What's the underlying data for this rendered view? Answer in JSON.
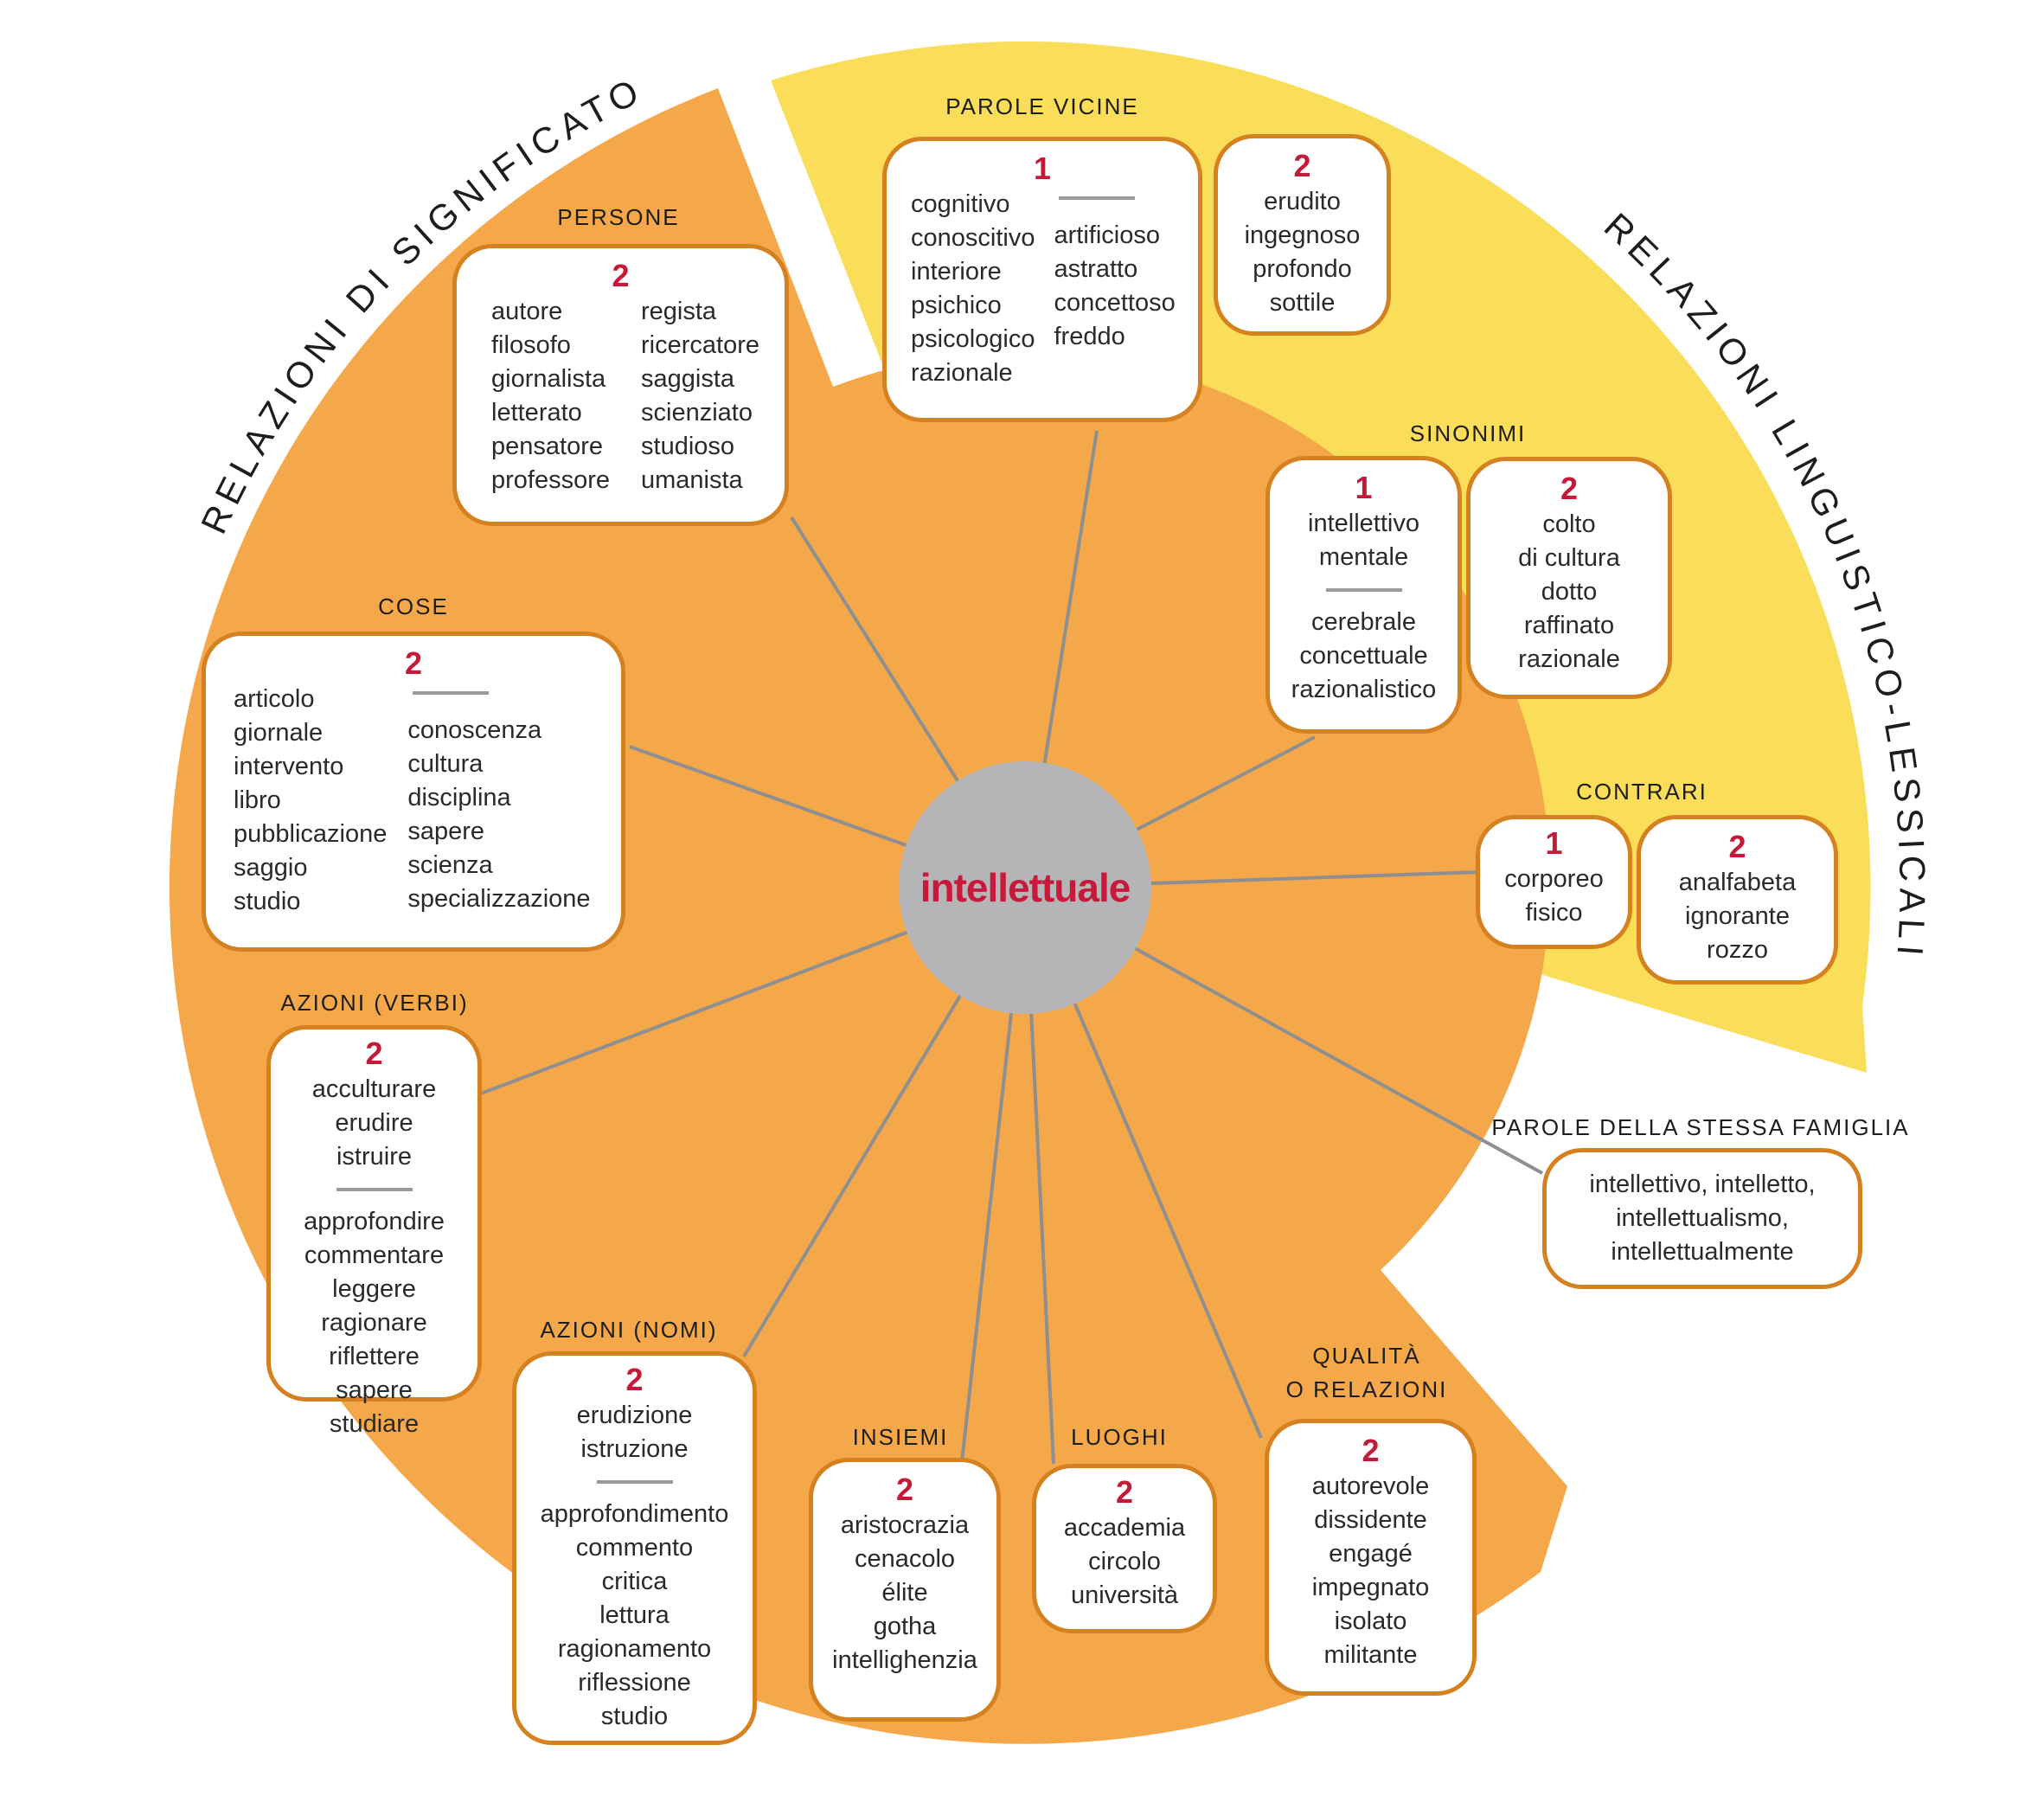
{
  "center": {
    "word": "intellettuale"
  },
  "arc_labels": {
    "left": "RELAZIONI DI SIGNIFICATO",
    "right": "RELAZIONI LINGUISTICO-LESSICALI"
  },
  "colors": {
    "accent_orange": "#f4a84a",
    "accent_yellow": "#fadd58",
    "box_border": "#d5811f",
    "number_red": "#c41a37",
    "center_word_red": "#c8193b",
    "center_circle_gray": "#b5b5b7",
    "sector_gray": "#e8e8e8",
    "line_gray": "#8f8f8f"
  },
  "groups": {
    "parole_vicine": {
      "label": "PAROLE VICINE",
      "box1": {
        "num": "1",
        "col1": "cognitivo\nconoscitivo\ninteriore\npsichico\npsicologico\nrazionale",
        "col2": "artificioso\nastratto\nconcettoso\nfreddo"
      },
      "box2": {
        "num": "2",
        "words": "erudito\ningegnoso\nprofondo\nsottile"
      }
    },
    "persone": {
      "label": "PERSONE",
      "num": "2",
      "col1": "autore\nfilosofo\ngiornalista\nletterato\npensatore\nprofessore",
      "col2": "regista\nricercatore\nsaggista\nscienziato\nstudioso\numanista"
    },
    "sinonimi": {
      "label": "SINONIMI",
      "box1": {
        "num": "1",
        "group1": "intellettivo\nmentale",
        "group2": "cerebrale\nconcettuale\nrazionalistico"
      },
      "box2": {
        "num": "2",
        "words": "colto\ndi cultura\ndotto\nraffinato\nrazionale"
      }
    },
    "contrari": {
      "label": "CONTRARI",
      "box1": {
        "num": "1",
        "words": "corporeo\nfisico"
      },
      "box2": {
        "num": "2",
        "words": "analfabeta\nignorante\nrozzo"
      }
    },
    "cose": {
      "label": "COSE",
      "num": "2",
      "col1": "articolo\ngiornale\nintervento\nlibro\npubblicazione\nsaggio\nstudio",
      "col2": "conoscenza\ncultura\ndisciplina\nsapere\nscienza\nspecializzazione"
    },
    "azioni_verbi": {
      "label": "AZIONI (VERBI)",
      "num": "2",
      "group1": "acculturare\nerudire\nistruire",
      "group2": "approfondire\ncommentare\nleggere\nragionare\nriflettere\nsapere\nstudiare"
    },
    "azioni_nomi": {
      "label": "AZIONI (NOMI)",
      "num": "2",
      "group1": "erudizione\nistruzione",
      "group2": "approfondimento\ncommento\ncritica\nlettura\nragionamento\nriflessione\nstudio"
    },
    "insiemi": {
      "label": "INSIEMI",
      "num": "2",
      "words": "aristocrazia\ncenacolo\nélite\ngotha\nintellighenzia"
    },
    "luoghi": {
      "label": "LUOGHI",
      "num": "2",
      "words": "accademia\ncircolo\nuniversità"
    },
    "qualita": {
      "label_line1": "QUALITÀ",
      "label_line2": "O RELAZIONI",
      "num": "2",
      "words": "autorevole\ndissidente\nengagé\nimpegnato\nisolato\nmilitante"
    },
    "famiglia": {
      "label": "PAROLE DELLA STESSA FAMIGLIA",
      "words": "intellettivo, intelletto,\nintellettualismo,\nintellettualmente"
    }
  }
}
